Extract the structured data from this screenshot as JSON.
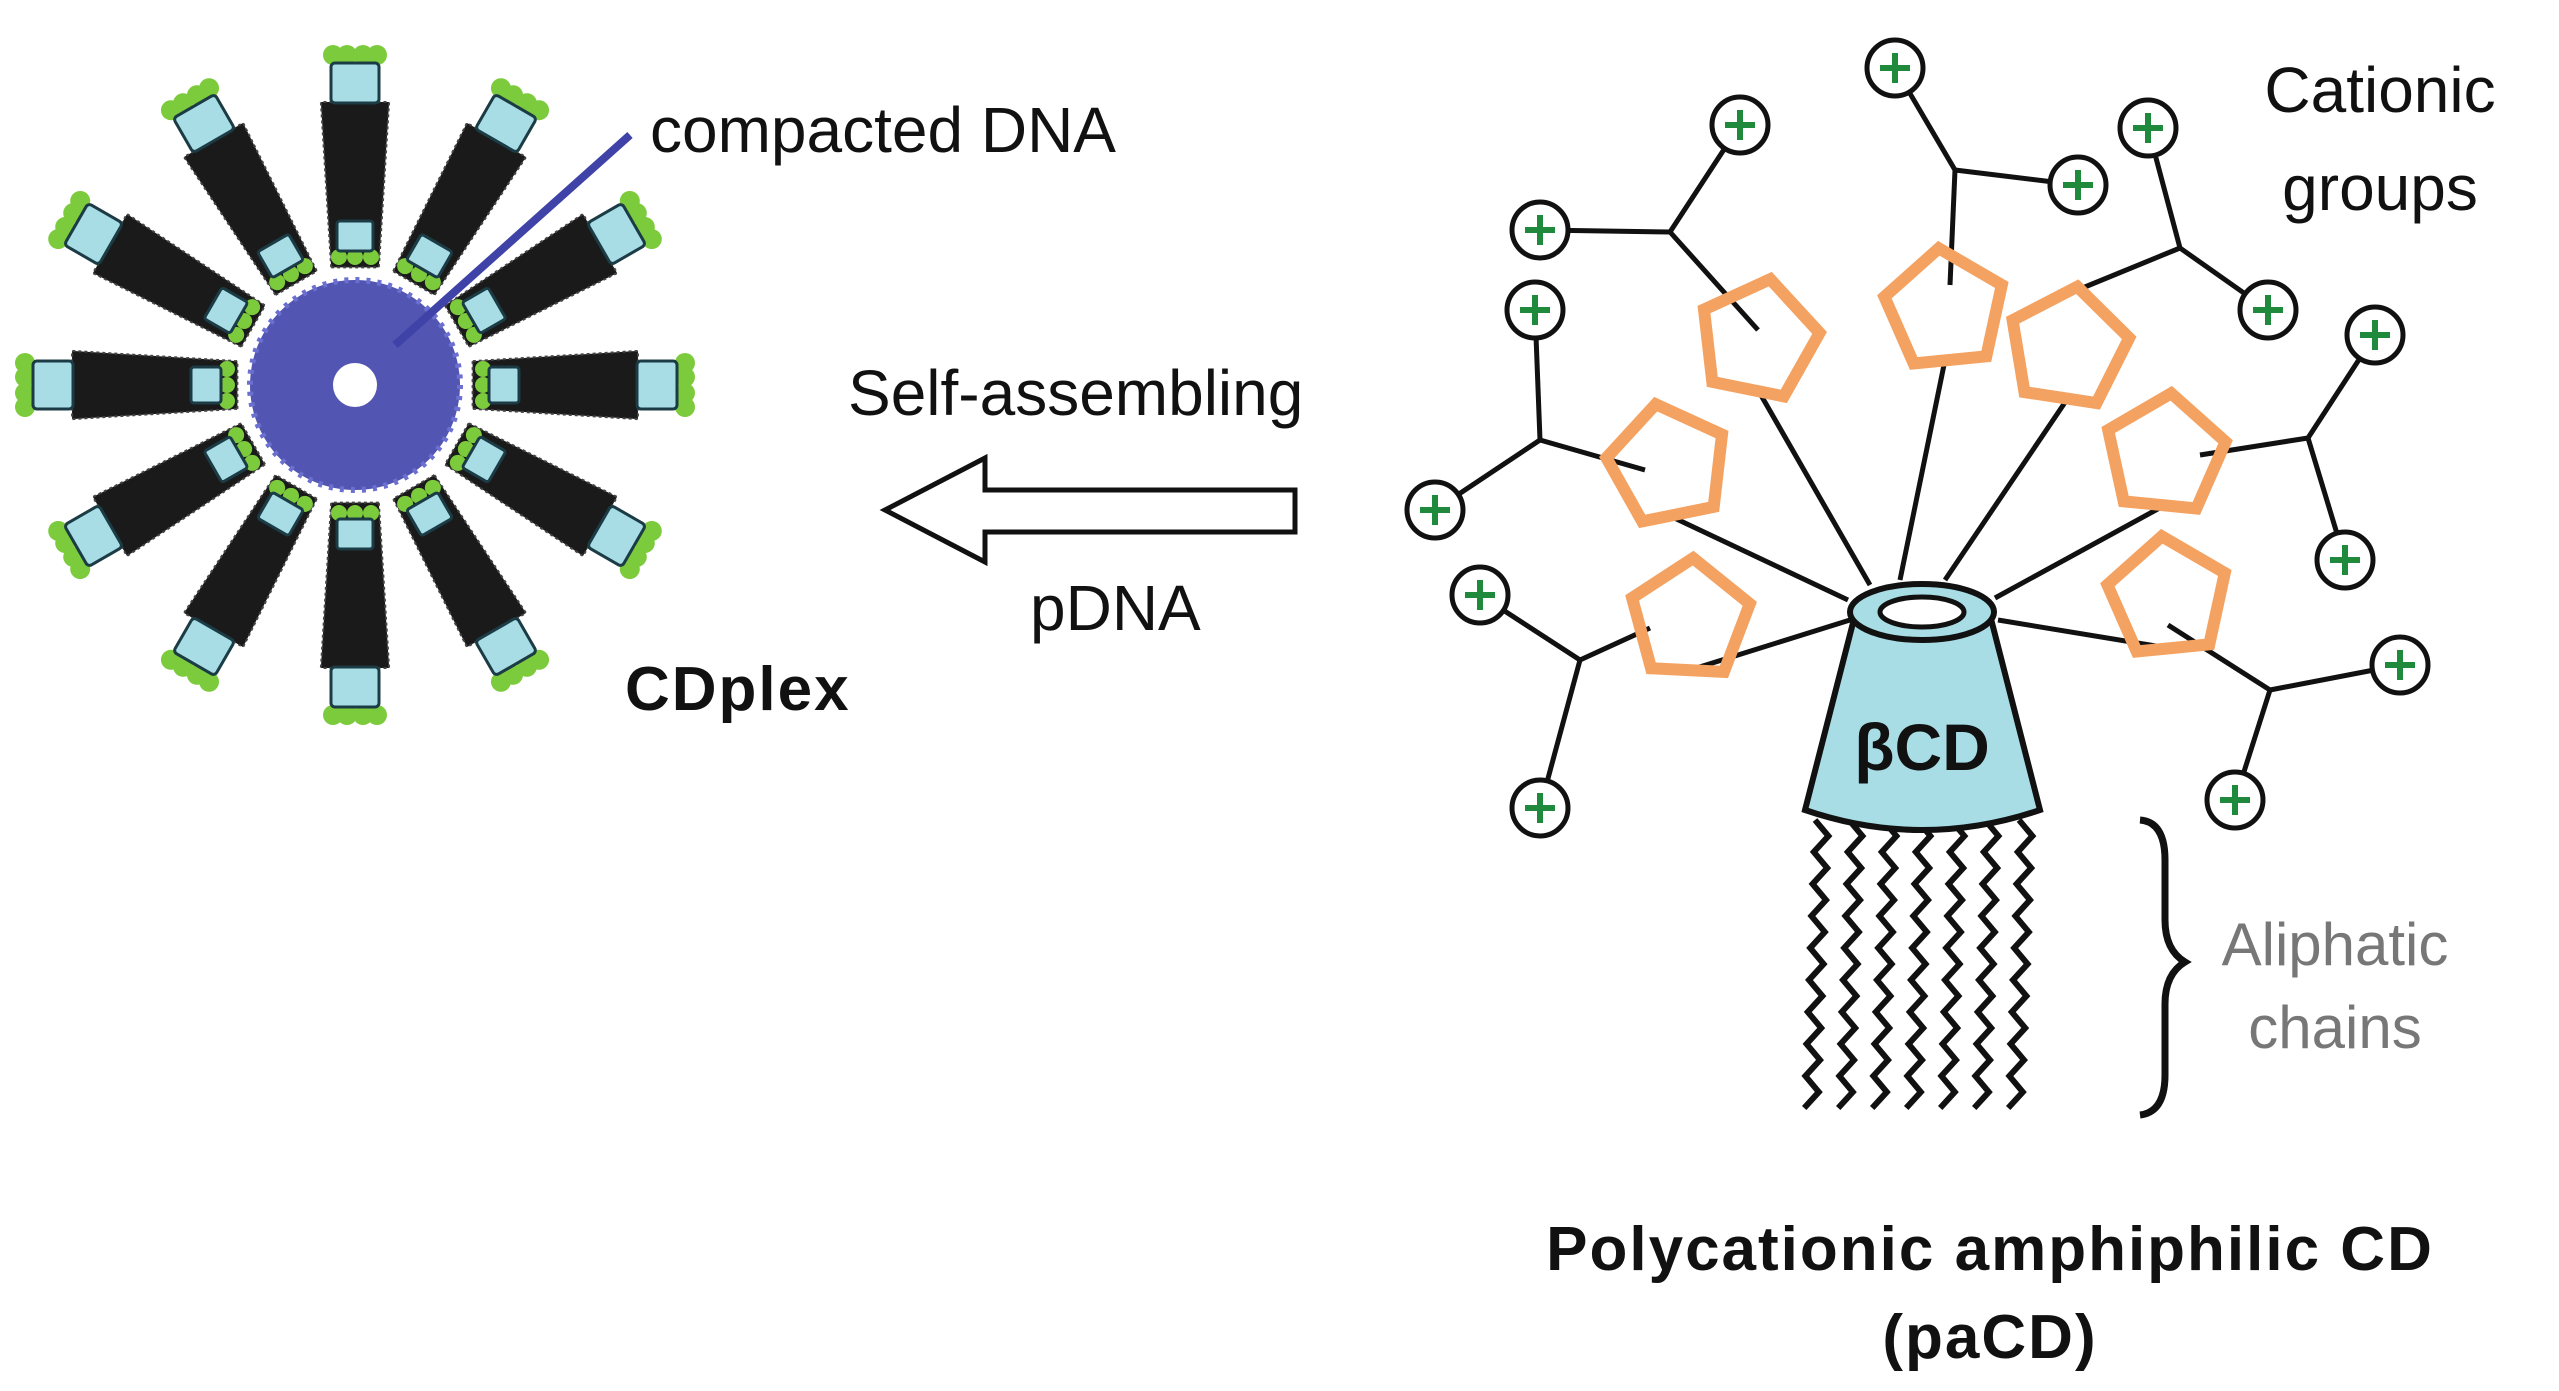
{
  "labels": {
    "compacted_dna": "compacted DNA",
    "self_assembling": "Self-assembling",
    "pdna": "pDNA",
    "cdplex": "CDplex",
    "cationic_line1": "Cationic",
    "cationic_line2": "groups",
    "beta_cd": "βCD",
    "aliphatic_line1": "Aliphatic",
    "aliphatic_line2": "chains",
    "title_line1": "Polycationic amphiphilic CD",
    "title_line2": "(paCD)"
  },
  "colors": {
    "cd_fill": "#a8dde6",
    "dna_blue": "#3f43a8",
    "cation_green": "#1f8a3c",
    "pentagon_orange": "#f4a261",
    "halo_green": "#7ccb3c",
    "ink": "#111111",
    "grey_text": "#777777"
  },
  "icons": {
    "cation": "plus-in-circle",
    "sugar_ring": "pentagon",
    "arrow": "hollow-left-arrow"
  }
}
